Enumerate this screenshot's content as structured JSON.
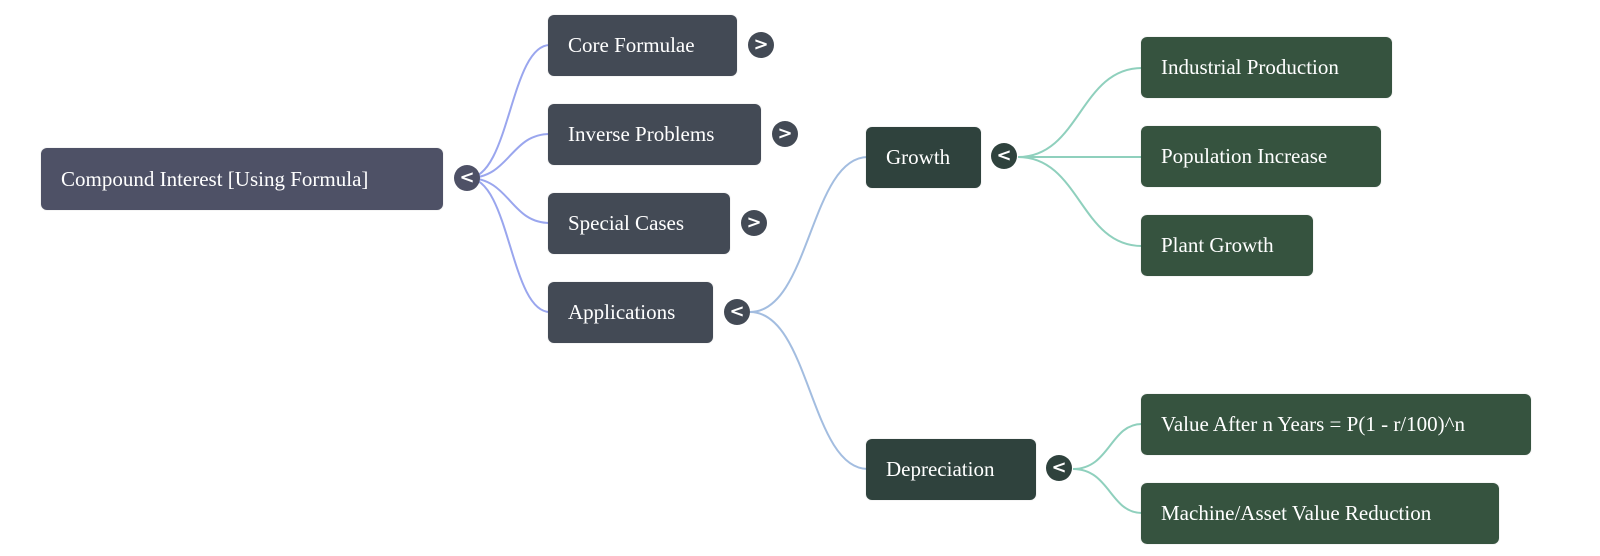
{
  "mindmap": {
    "root": {
      "label": "Compound Interest [Using Formula]",
      "toggle": "<"
    },
    "branches": [
      {
        "label": "Core Formulae",
        "toggle": ">"
      },
      {
        "label": "Inverse Problems",
        "toggle": ">"
      },
      {
        "label": "Special Cases",
        "toggle": ">"
      },
      {
        "label": "Applications",
        "toggle": "<"
      }
    ],
    "applications": [
      {
        "label": "Growth",
        "toggle": "<"
      },
      {
        "label": "Depreciation",
        "toggle": "<"
      }
    ],
    "growth_children": [
      {
        "label": "Industrial Production"
      },
      {
        "label": "Population Increase"
      },
      {
        "label": "Plant Growth"
      }
    ],
    "depreciation_children": [
      {
        "label": "Value After n Years = P(1 - r/100)^n"
      },
      {
        "label": "Machine/Asset Value Reduction"
      }
    ]
  },
  "colors": {
    "root_link": "#9aa6ee",
    "applications_link": "#a3bde0",
    "leaf_link": "#8fd0bd"
  }
}
